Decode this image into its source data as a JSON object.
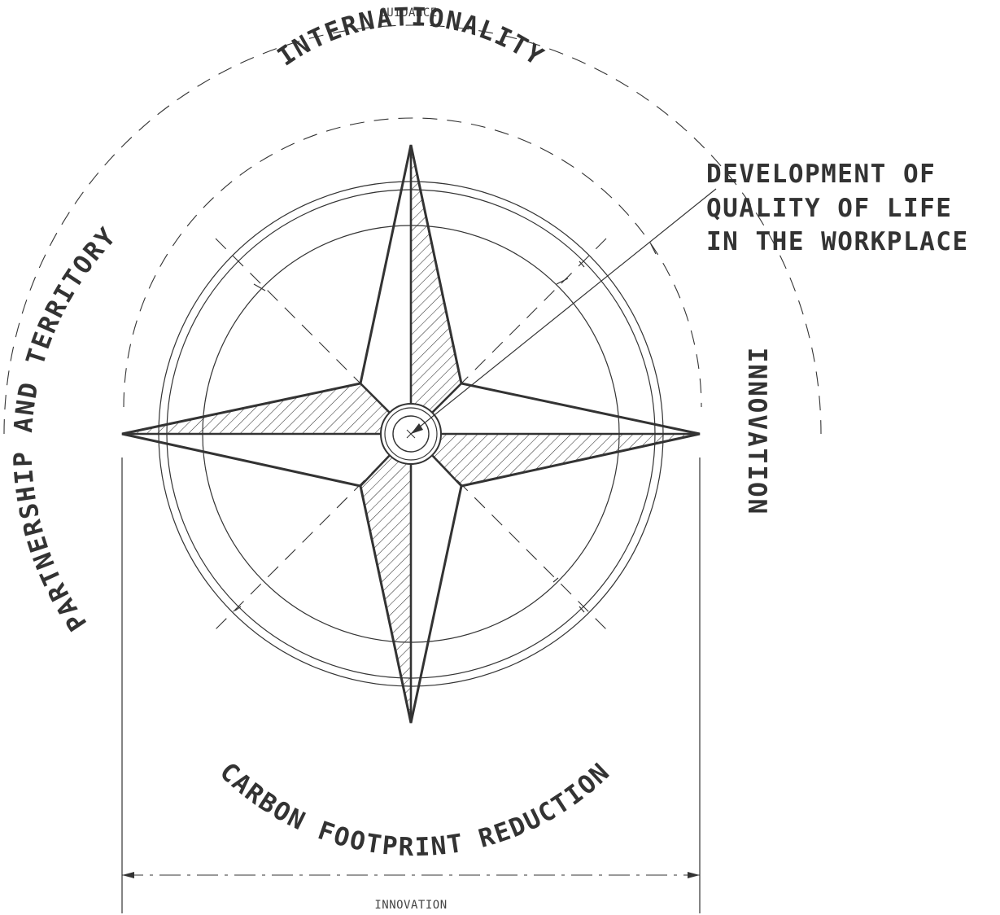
{
  "top_label": "GUIDANCE",
  "bottom_label": "INNOVATION",
  "arc_labels": {
    "top": "INTERNATIONALITY",
    "left": "PARTNERSHIP AND TERRITORY",
    "right": "INNOVATION",
    "bottom": "CARBON FOOTPRINT REDUCTION"
  },
  "callout": {
    "line1": "DEVELOPMENT OF",
    "line2": "QUALITY OF LIFE",
    "line3": "IN THE WORKPLACE"
  }
}
